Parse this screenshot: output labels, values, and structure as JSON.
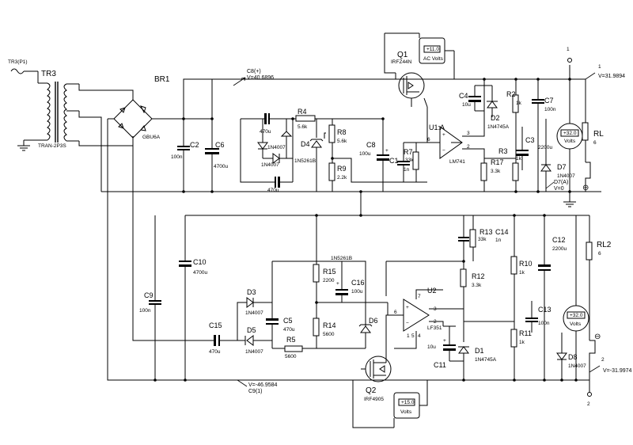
{
  "components": {
    "tr3_probe": "TR3(P1)",
    "tr3": "TR3",
    "tr3_model": "TRAN-2P3S",
    "br1": "BR1",
    "br1_model": "GBU6A",
    "c2": "C2",
    "c2_val": "100n",
    "c6": "C6",
    "c6_val": "4700u",
    "c8_probe": "C8(+)",
    "c8_probe_v": "V=40.6896",
    "c9": "C9",
    "c9_val": "100n",
    "c9_probe": "C9(1)",
    "c9_probe_v": "V=-46.9584",
    "c10": "C10",
    "c10_val": "4700u",
    "c15": "C15",
    "c15_val": "470u",
    "q1": "Q1",
    "q1_model": "IRFZ44N",
    "q1_meter_val": "+11.0",
    "q1_meter_unit": "AC Volts",
    "q2": "Q2",
    "q2_model": "IRF4905",
    "q2_meter_val": "+15.0",
    "q2_meter_unit": "Volts",
    "r4": "R4",
    "r4_val": "5.6k",
    "r8": "R8",
    "r8_val": "5.6k",
    "r9": "R9",
    "r9_val": "2.2k",
    "r7": "R7",
    "r7_val": "33k",
    "c1": "C1",
    "c1_val": "1n",
    "c8": "C8",
    "c8_val": "100u",
    "d4": "D4",
    "d4_model": "1N5261B",
    "d_up_val": "470u",
    "d_mid_model": "1N4007",
    "d_low_model": "1N4007",
    "d_low_cap": "470u",
    "u1": "U1:A",
    "u1_model": "LM741",
    "c4": "C4",
    "c4_val": "10u",
    "d2": "D2",
    "d2_model": "1N4745A",
    "r2": "R2",
    "r2_val": "1k",
    "r3": "R3",
    "r3_val": "1k",
    "r17": "R17",
    "r17_val": "3.3k",
    "c7": "C7",
    "c7_val": "100n",
    "c3": "C3",
    "c3_val": "2200u",
    "d7": "D7",
    "d7_model": "1N4007",
    "d7_probe": "D7(A)",
    "d7_probe_v": "V=0",
    "meter1_val": "+32.0",
    "meter1_unit": "Volts",
    "rl": "RL",
    "rl_val": "6",
    "node1": "1",
    "node1_v": "V=31.9894",
    "node2": "2",
    "node2_v": "V=-31.9974",
    "r13": "R13",
    "r13_val": "33k",
    "c14": "C14",
    "c14_val": "1n",
    "c12": "C12",
    "c12_val": "2200u",
    "rl2": "RL2",
    "rl2_val": "6",
    "r15": "R15",
    "r15_val": "2200",
    "c16": "C16",
    "c16_val": "100u",
    "u2": "U2",
    "u2_model": "LF351",
    "r12": "R12",
    "r12_val": "3.3k",
    "r10": "R10",
    "r10_val": "1k",
    "r11": "R11",
    "r11_val": "1k",
    "c13": "C13",
    "c13_val": "100n",
    "d3": "D3",
    "d3_model": "1N4007",
    "d5": "D5",
    "d5_model": "1N4007",
    "c5": "C5",
    "c5_val": "470u",
    "r14": "R14",
    "r14_val": "5600",
    "r5": "R5",
    "r5_val": "5600",
    "d6": "D6",
    "d6_model": "1N5261B",
    "c11": "C11",
    "c11_val": "10u",
    "d1": "D1",
    "d1_model": "1N4745A",
    "d8": "D8",
    "d8_model": "1N4007",
    "meter2_val": "+32.0",
    "meter2_unit": "Volts",
    "pin3": "3",
    "pin2": "2",
    "pin6": "6",
    "pin7": "7",
    "pin4": "4",
    "pin1": "1",
    "pin5": "5",
    "gnd_sym": "⊖"
  }
}
